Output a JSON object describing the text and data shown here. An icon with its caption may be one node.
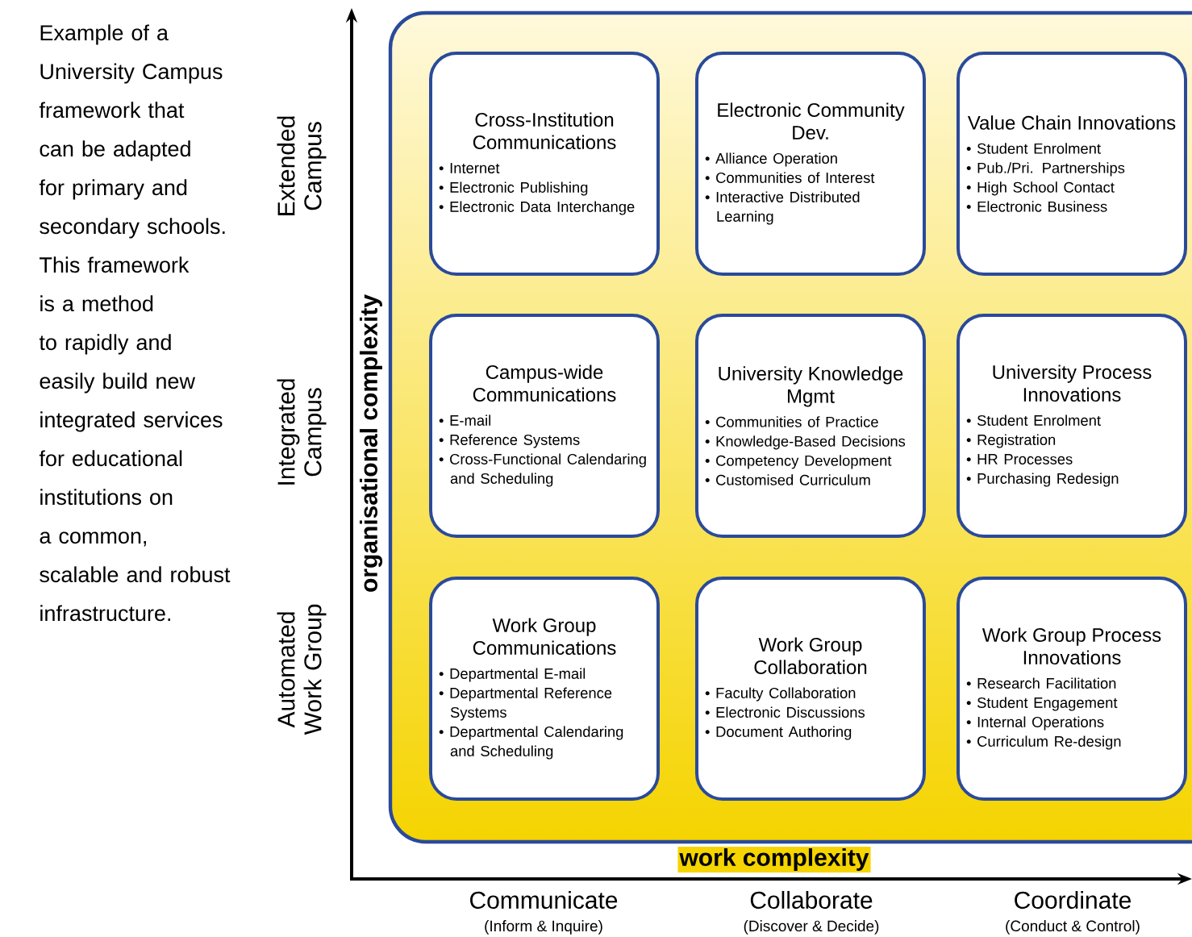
{
  "diagram": {
    "nodes": [
      {
        "text": [],
        "shape": "box"
      },
      {
        "text": [
          "Cross-Institution Communications",
          "• Internet",
          "• Electronic Publishing",
          "• Electronic Data Interchange"
        ],
        "in": 0
      },
      {
        "text": [
          "Electronic Community Dev.",
          "• Alliance Operation",
          "• Communities of Interest",
          "• Interactive Distributed Learning"
        ],
        "in": 0
      },
      {
        "text": [
          "Value Chain Innovations",
          "• Student Enrolment",
          "• Pub./Pri. Partnerships",
          "• High School Contact",
          "• Electronic Business"
        ],
        "in": 0
      },
      {
        "text": [
          "Campus-wide Communications",
          "• E-mail",
          "• Reference Systems",
          "• Cross-Functional Calendaring and Scheduling"
        ],
        "in": 0
      },
      {
        "text": [
          "University Knowledge Mgmt",
          "• Communities of Practice",
          "• Knowledge-Based Decisions",
          "• Competency Development",
          "• Customised Curriculum"
        ],
        "in": 0
      },
      {
        "text": [
          "University Process Innovations",
          "• Student Enrolment",
          "• Registration",
          "• HR Processes",
          "• Purchasing Redesign"
        ],
        "in": 0
      },
      {
        "text": [
          "Work Group Communications",
          "• Departmental E-mail",
          "• Departmental Reference Systems",
          "• Departmental Calendaring and Scheduling"
        ],
        "in": 0
      },
      {
        "text": [
          "Work Group Collaboration",
          "• Faculty Collaboration",
          "• Electronic Discussions",
          "• Document Authoring"
        ],
        "in": 0
      },
      {
        "text": [
          "Work Group Process Innovations",
          "• Research Facilitation",
          "• Student Engagement",
          "• Internal Operations",
          "• Curriculum Re-design"
        ],
        "in": 0
      }
    ],
    "edges": [],
    "labels": [
      "Example of a University Campus framework that can be adapted for primary and secondary schools. This framework is a method to rapidly and easily build new integrated services for educational institutions on a common, scalable and robust infrastructure.",
      "Extended Campus",
      "Integrated Campus",
      "Automated Work Group",
      "organisational complexity",
      "work complexity",
      "Communicate",
      "(Inform & Inquire)",
      "Collaborate",
      "(Discover & Decide)",
      "Coordinate",
      "(Conduct & Control)"
    ]
  }
}
